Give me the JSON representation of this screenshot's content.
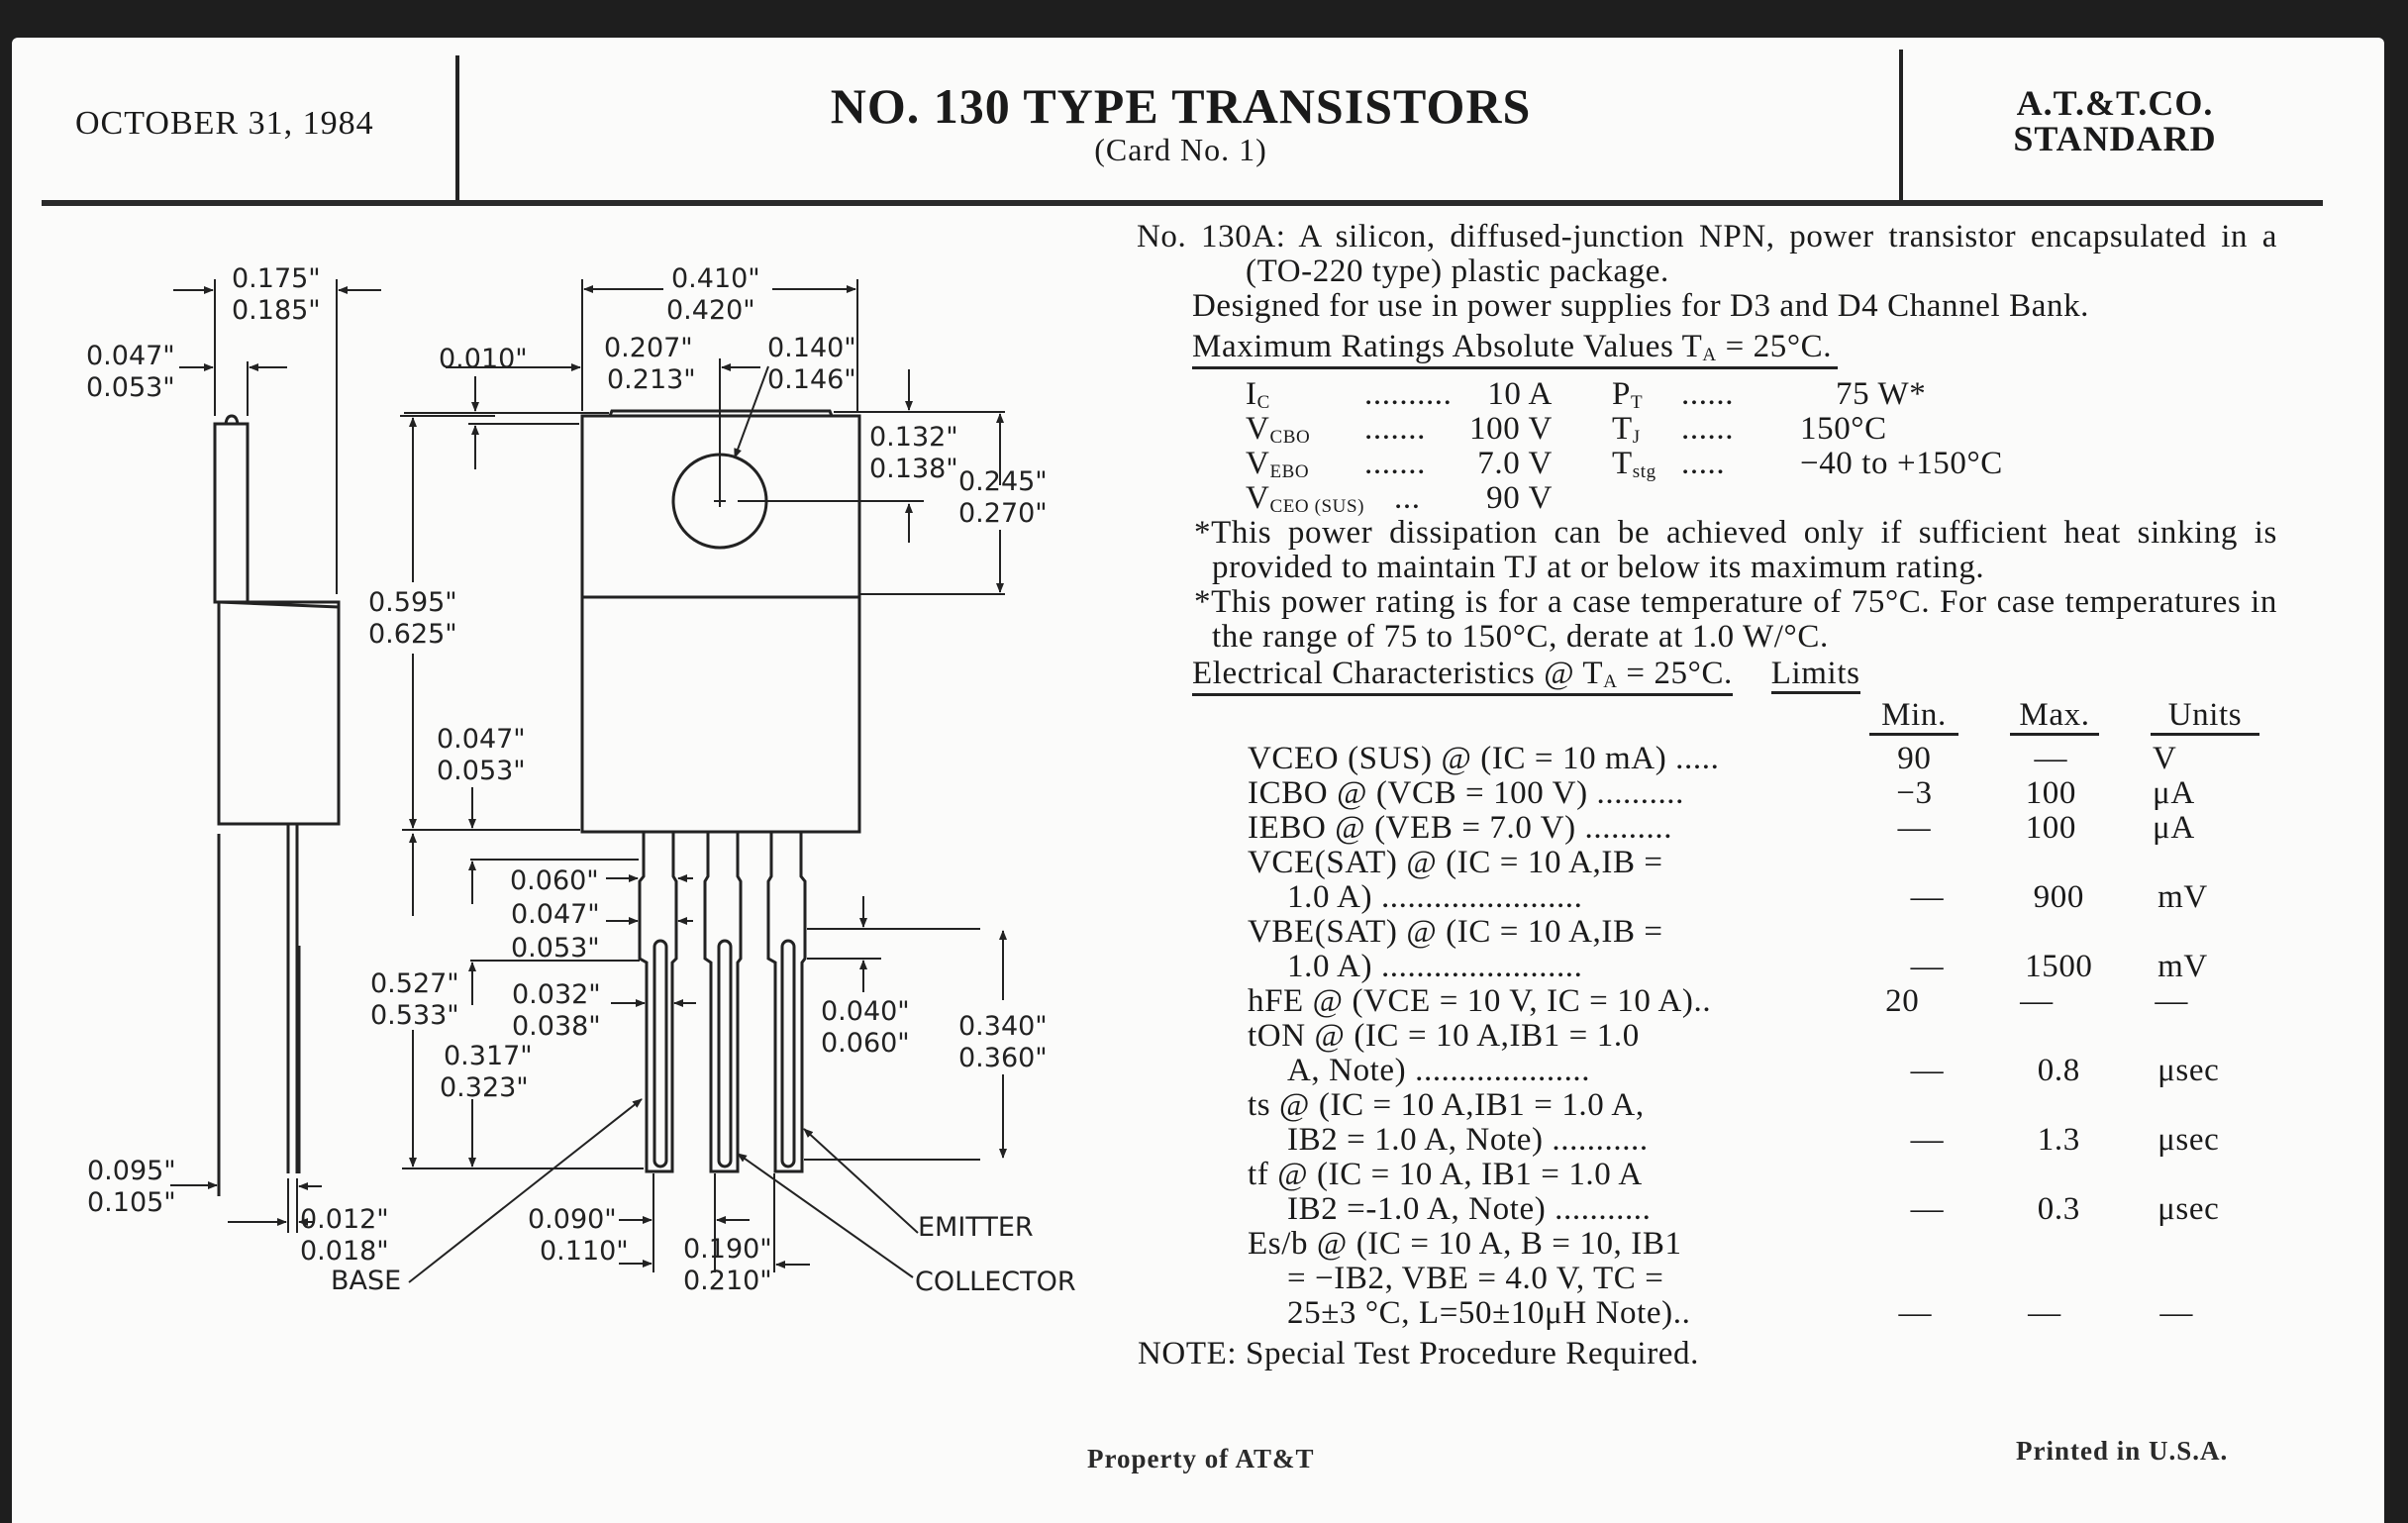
{
  "header": {
    "date": "OCTOBER 31, 1984",
    "title": "NO. 130 TYPE TRANSISTORS",
    "subtitle": "(Card No. 1)",
    "standard_line1": "A.T.&T.CO.",
    "standard_line2": "STANDARD"
  },
  "diagram": {
    "side_view": {
      "width_top": [
        "0.175\"",
        "0.185\""
      ],
      "tab_thickness": [
        "0.047\"",
        "0.053\""
      ],
      "lead_offset": [
        "0.095\"",
        "0.105\""
      ],
      "lead_thickness": [
        "0.012\"",
        "0.018\""
      ]
    },
    "front_view": {
      "body_width": [
        "0.410\"",
        "0.420\""
      ],
      "tab_step": "0.010\"",
      "hole_offset": [
        "0.207\"",
        "0.213\""
      ],
      "hole_diameter": [
        "0.140\"",
        "0.146\""
      ],
      "hole_center_from_top": [
        "0.132\"",
        "0.138\""
      ],
      "tab_height": [
        "0.245\"",
        "0.270\""
      ],
      "body_height": [
        "0.595\"",
        "0.625\""
      ],
      "body_bottom_step": [
        "0.047\"",
        "0.053\""
      ],
      "lead_shoulder_width": "0.060\"",
      "lead_shoulder_length": [
        "0.047\"",
        "0.053\""
      ],
      "lead_width": [
        "0.032\"",
        "0.038\""
      ],
      "lead_length": [
        "0.527\"",
        "0.533\""
      ],
      "lead_straight_length": [
        "0.317\"",
        "0.323\""
      ],
      "lead_pitch": [
        "0.090\"",
        "0.110\""
      ],
      "lead_span": [
        "0.190\"",
        "0.210\""
      ],
      "shoulder_to_tip_gap": [
        "0.040\"",
        "0.060\""
      ],
      "tip_section_length": [
        "0.340\"",
        "0.360\""
      ]
    },
    "labels": {
      "base": "BASE",
      "emitter": "EMITTER",
      "collector": "COLLECTOR"
    }
  },
  "description": {
    "line1": "No. 130A: A silicon, diffused-junction NPN, power transistor encapsulated in a (TO-220 type) plastic package.",
    "line2": "Designed for use in power supplies for D3 and D4 Channel Bank."
  },
  "max_ratings": {
    "heading": "Maximum Ratings Absolute Values T",
    "heading_sub": "A",
    "heading_tail": " = 25°C.",
    "rows": [
      {
        "sym": "I",
        "sub": "C",
        "dots": "..........",
        "val": "10 A",
        "sym2": "P",
        "sub2": "T",
        "dots2": "......",
        "val2": "75 W*"
      },
      {
        "sym": "V",
        "sub": "CBO",
        "dots": ".......",
        "val": "100 V",
        "sym2": "T",
        "sub2": "J",
        "dots2": "......",
        "val2": "150°C"
      },
      {
        "sym": "V",
        "sub": "EBO",
        "dots": ".......",
        "val": "7.0 V",
        "sym2": "T",
        "sub2": "stg",
        "dots2": ".....",
        "val2": "−40 to +150°C"
      },
      {
        "sym": "V",
        "sub": "CEO (SUS)",
        "dots": "...",
        "val": "90 V",
        "sym2": "",
        "sub2": "",
        "dots2": "",
        "val2": ""
      }
    ]
  },
  "footnotes": [
    "*This power dissipation can be achieved only if sufficient heat sinking is provided to maintain TJ at or below its maximum rating.",
    "*This power rating is for a case temperature of 75°C. For case temperatures in the range of 75 to 150°C, derate at 1.0 W/°C."
  ],
  "electrical": {
    "heading": "Electrical Characteristics @ T",
    "heading_sub": "A",
    "heading_tail": " = 25°C.",
    "limits_label": "Limits",
    "columns": {
      "min": "Min.",
      "max": "Max.",
      "units": "Units"
    },
    "rows": [
      {
        "param": "VCEO (SUS) @ (IC = 10 mA) .....",
        "cont": "",
        "min": "90",
        "max": "—",
        "units": "V"
      },
      {
        "param": "ICBO @ (VCB = 100 V) ..........",
        "cont": "",
        "min": "−3",
        "max": "100",
        "units": "μA"
      },
      {
        "param": "IEBO @ (VEB = 7.0 V) ..........",
        "cont": "",
        "min": "—",
        "max": "100",
        "units": "μA"
      },
      {
        "param": "VCE(SAT) @ (IC = 10 A,IB =",
        "cont": "1.0 A) .......................",
        "min": "—",
        "max": "900",
        "units": "mV"
      },
      {
        "param": "VBE(SAT) @ (IC = 10 A,IB =",
        "cont": "1.0 A) .......................",
        "min": "—",
        "max": "1500",
        "units": "mV"
      },
      {
        "param": "hFE @ (VCE = 10 V, IC = 10 A)..",
        "cont": "",
        "min": "20",
        "max": "—",
        "units": "—"
      },
      {
        "param": "tON @ (IC = 10 A,IB1 = 1.0",
        "cont": "A, Note) ....................",
        "min": "—",
        "max": "0.8",
        "units": "μsec"
      },
      {
        "param": "ts @ (IC = 10 A,IB1 = 1.0 A,",
        "cont": "IB2 = 1.0 A, Note) ...........",
        "min": "—",
        "max": "1.3",
        "units": "μsec"
      },
      {
        "param": "tf @ (IC = 10 A, IB1 = 1.0 A",
        "cont": "IB2 =-1.0 A, Note) ...........",
        "min": "—",
        "max": "0.3",
        "units": "μsec"
      },
      {
        "param": "Es/b @ (IC = 10 A, B = 10, IB1",
        "cont": "= −IB2, VBE = 4.0 V, TC =",
        "cont2": "25±3 °C, L=50±10μH Note)..",
        "min": "—",
        "max": "—",
        "units": "—"
      }
    ]
  },
  "note": "NOTE: Special Test Procedure Required.",
  "footer": {
    "left": "Property of AT&T",
    "right": "Printed in U.S.A."
  }
}
